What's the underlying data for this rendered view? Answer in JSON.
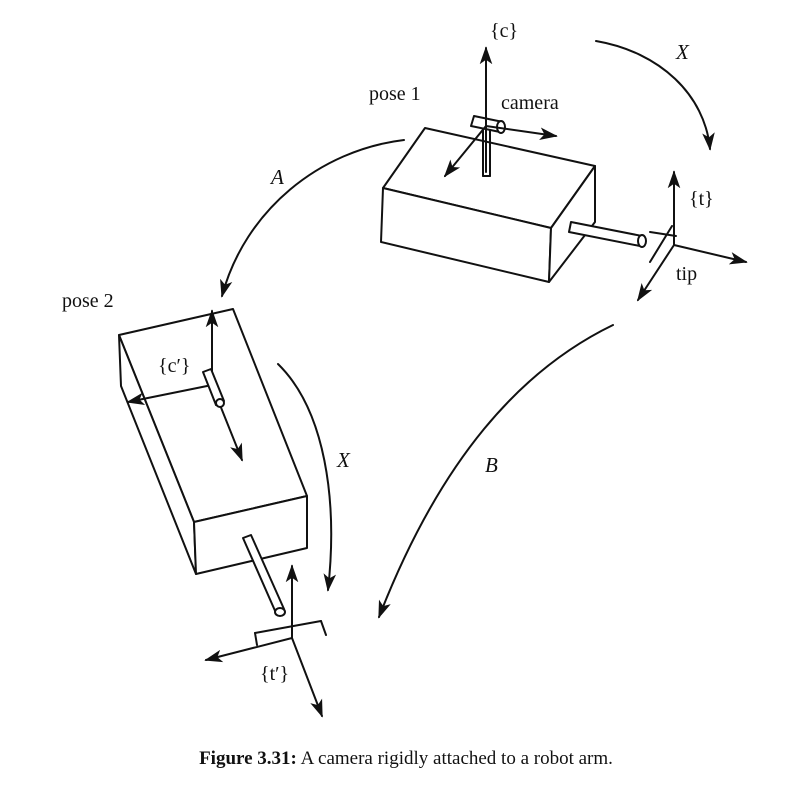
{
  "labels": {
    "pose1": "pose 1",
    "pose2": "pose 2",
    "camera": "camera",
    "frame_c": "{c}",
    "frame_t": "{t}",
    "frame_c_prime": "{c′}",
    "frame_t_prime": "{t′}",
    "tip": "tip",
    "transform_A": "A",
    "transform_B": "B",
    "transform_X_top": "X",
    "transform_X_left": "X"
  },
  "caption": {
    "number": "Figure 3.31:",
    "text": "A camera rigidly attached to a robot arm."
  }
}
